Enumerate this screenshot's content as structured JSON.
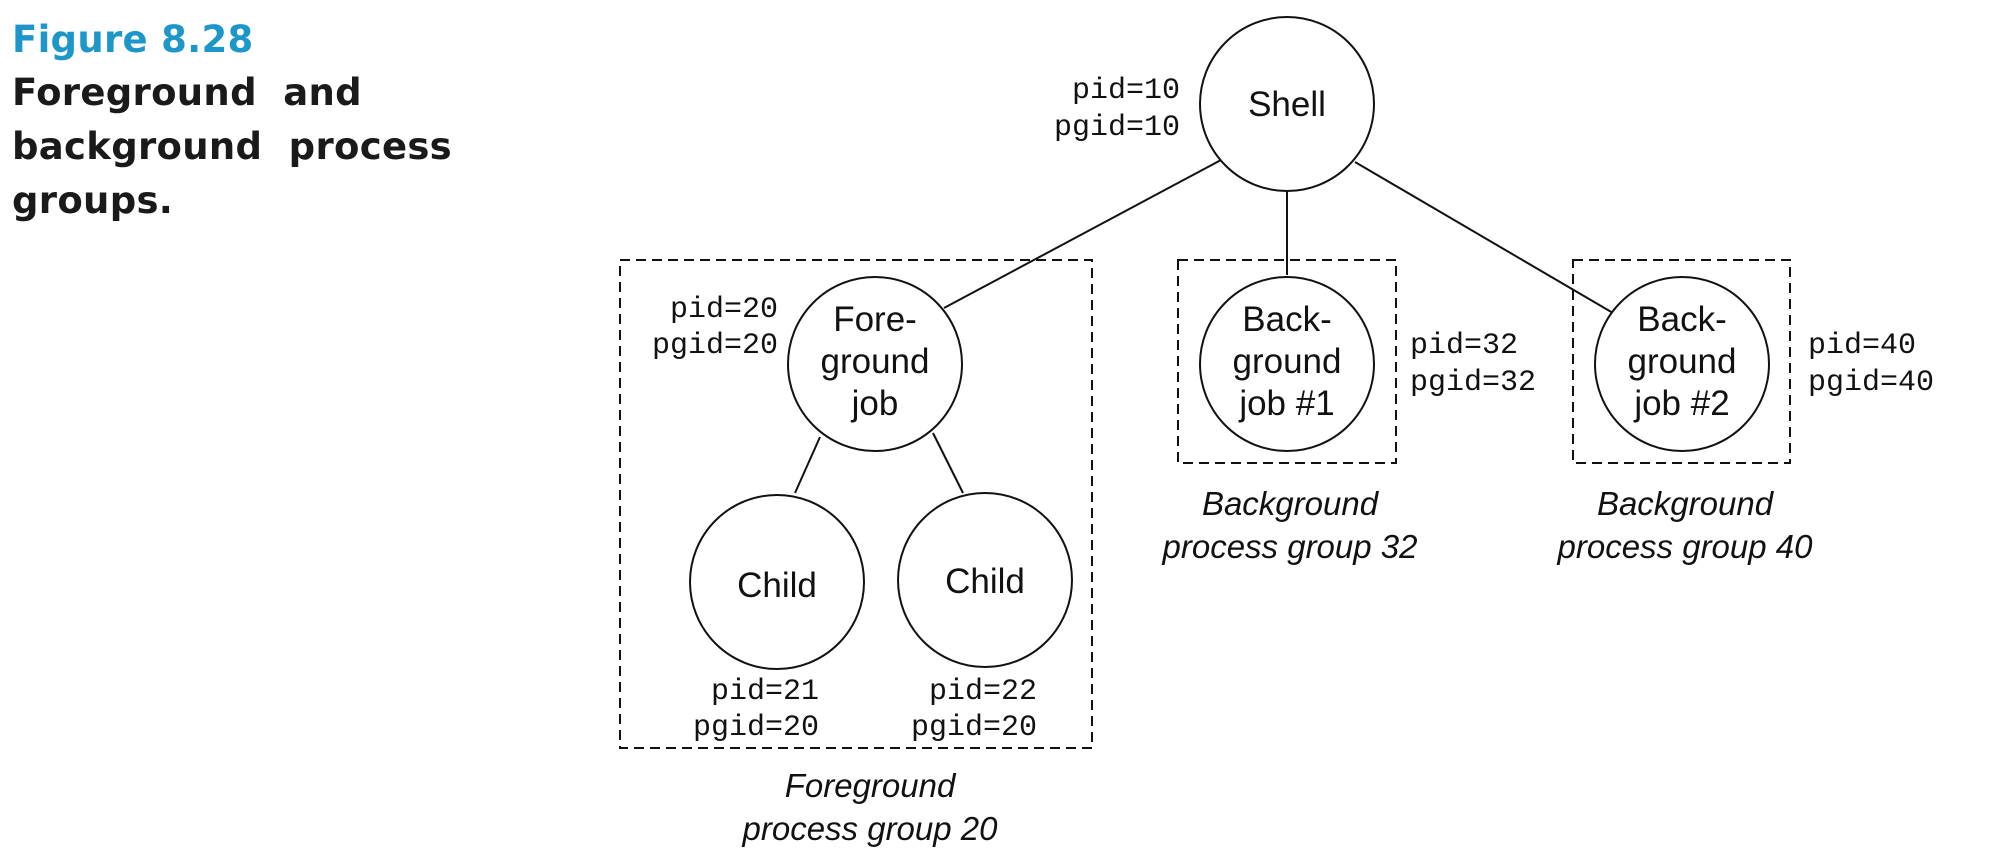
{
  "caption": {
    "figure_label": "Figure 8.28",
    "title_lines": [
      "Foreground  and",
      "background  process",
      "groups."
    ]
  },
  "nodes": {
    "shell": {
      "lines": [
        "Shell"
      ],
      "pid": "pid=10",
      "pgid": "pgid=10"
    },
    "foreground_job": {
      "lines": [
        "Fore-",
        "ground",
        "job"
      ],
      "pid": "pid=20",
      "pgid": "pgid=20"
    },
    "child_1": {
      "lines": [
        "Child"
      ],
      "pid": "pid=21",
      "pgid": "pgid=20"
    },
    "child_2": {
      "lines": [
        "Child"
      ],
      "pid": "pid=22",
      "pgid": "pgid=20"
    },
    "background_job_1": {
      "lines": [
        "Back-",
        "ground",
        "job #1"
      ],
      "pid": "pid=32",
      "pgid": "pgid=32"
    },
    "background_job_2": {
      "lines": [
        "Back-",
        "ground",
        "job #2"
      ],
      "pid": "pid=40",
      "pgid": "pgid=40"
    }
  },
  "groups": {
    "foreground": [
      "Foreground",
      "process group 20"
    ],
    "background_32": [
      "Background",
      "process group 32"
    ],
    "background_40": [
      "Background",
      "process group 40"
    ]
  }
}
